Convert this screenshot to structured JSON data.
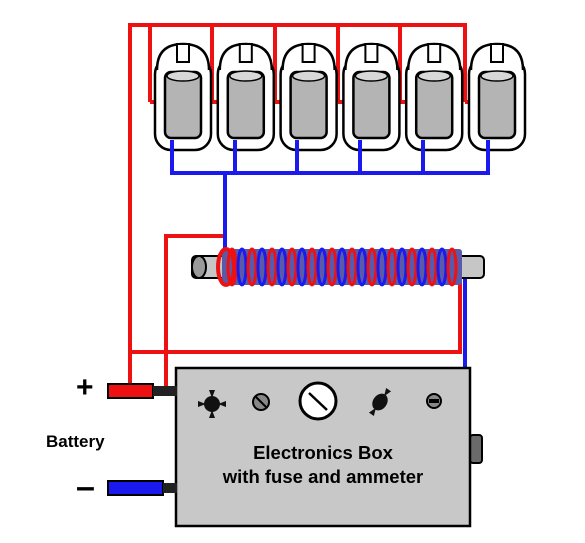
{
  "labels": {
    "plus": "+",
    "minus": "–",
    "battery": "Battery",
    "box_line1": "Electronics Box",
    "box_line2": "with fuse and ammeter"
  },
  "components": {
    "cells": 6,
    "coil_turns": 23
  },
  "colors": {
    "positive_wire": "#ee1111",
    "negative_wire": "#1a1aee",
    "box_fill": "#c8c8c8",
    "cell_core": "#b4b4b4"
  },
  "icons": [
    "potentiometer-knob-icon",
    "screw-terminal-icon",
    "ammeter-dial-icon",
    "potentiometer-knob-icon",
    "switch-icon",
    "connector-jack-icon"
  ]
}
